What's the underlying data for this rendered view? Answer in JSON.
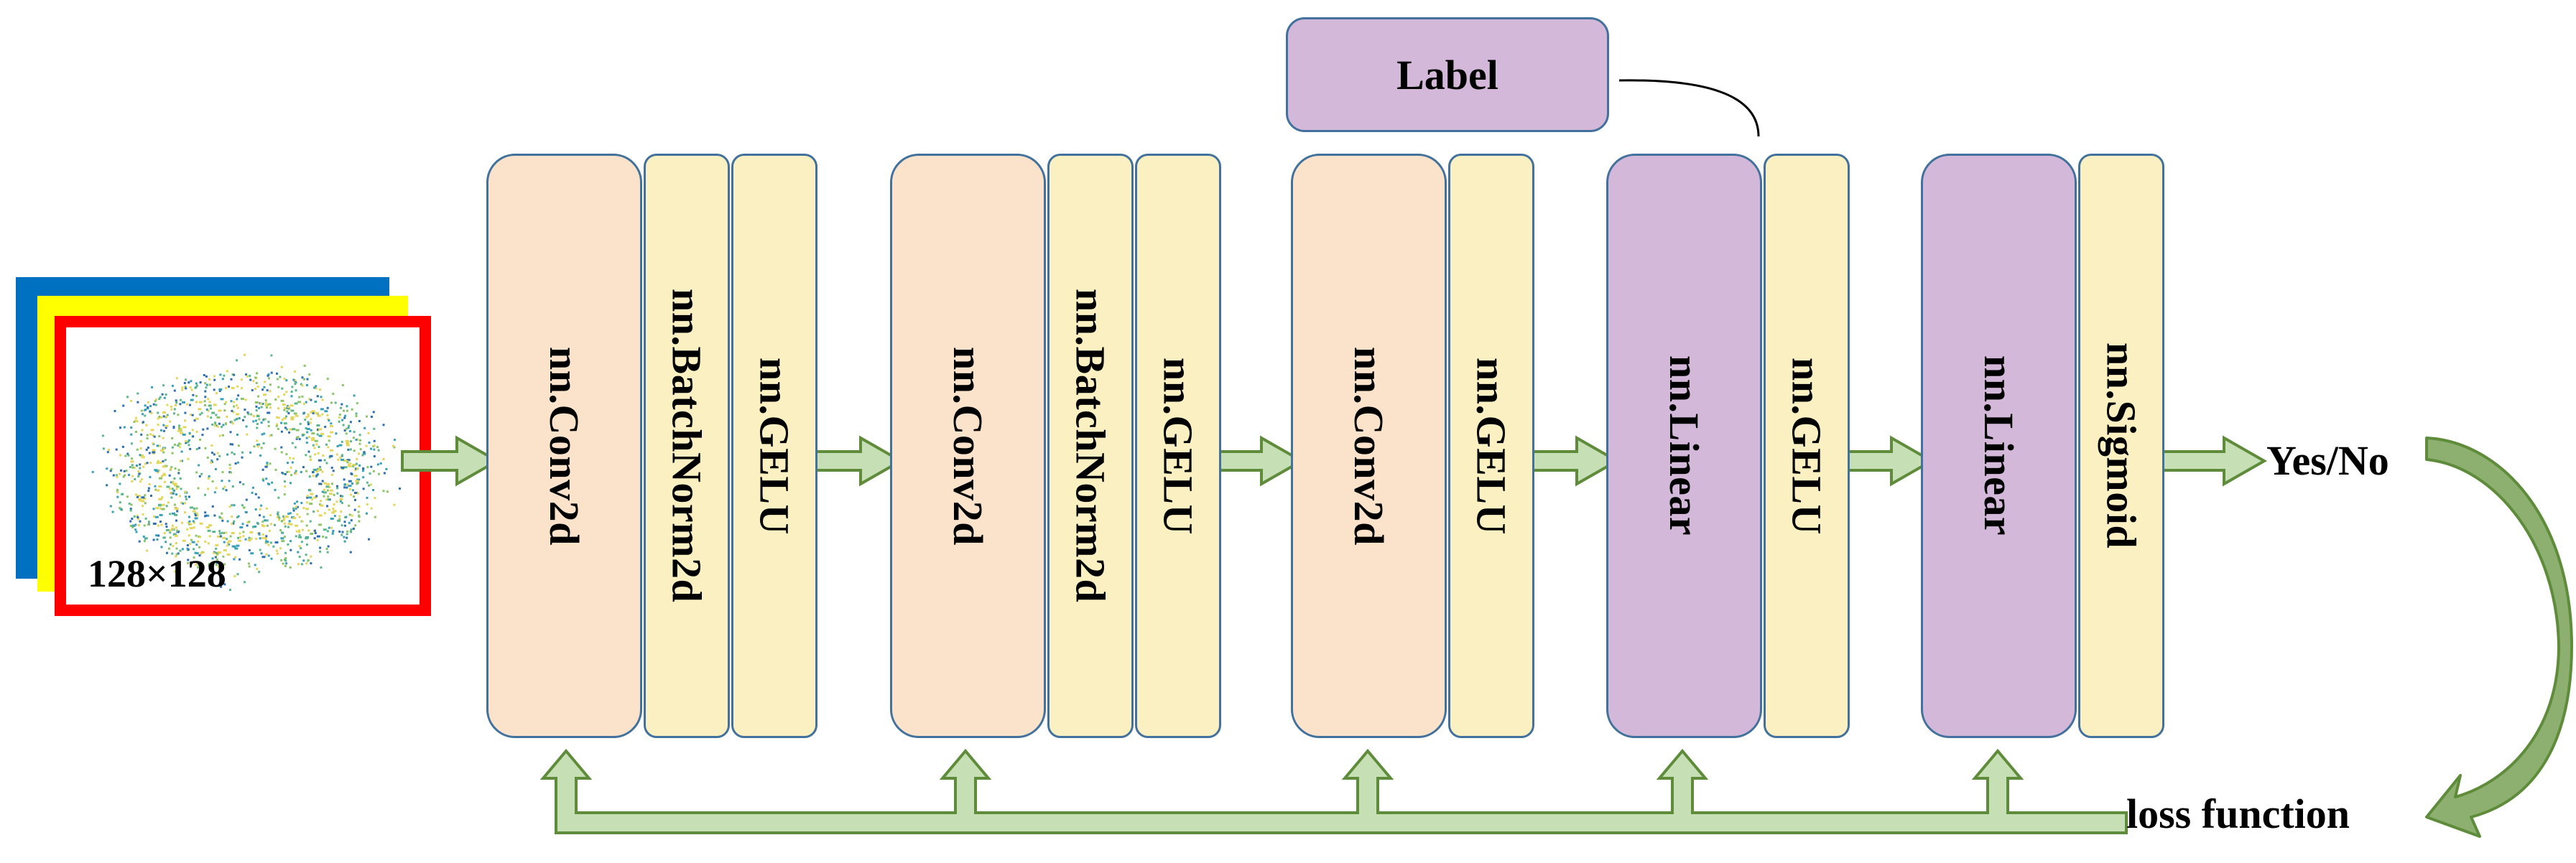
{
  "input": {
    "size_label": "128×128",
    "layer_colors": [
      "#0070C0",
      "#FFFF00",
      "#FF0000"
    ]
  },
  "blocks": [
    {
      "label": "nn.Conv2d",
      "kind": "conv"
    },
    {
      "label": "nn.BatchNorm2d",
      "kind": "norm"
    },
    {
      "label": "nn.GELU",
      "kind": "act"
    },
    {
      "label": "nn.Conv2d",
      "kind": "conv"
    },
    {
      "label": "nn.BatchNorm2d",
      "kind": "norm"
    },
    {
      "label": "nn.GELU",
      "kind": "act"
    },
    {
      "label": "nn.Conv2d",
      "kind": "conv"
    },
    {
      "label": "nn.GELU",
      "kind": "act"
    },
    {
      "label": "nn.Linear",
      "kind": "linear"
    },
    {
      "label": "nn.GELU",
      "kind": "act"
    },
    {
      "label": "nn.Linear",
      "kind": "linear"
    },
    {
      "label": "nn.Sigmoid",
      "kind": "act"
    }
  ],
  "label_box": "Label",
  "output": "Yes/No",
  "loss": "loss function",
  "colors": {
    "conv_fill": "#FBE3CB",
    "norm_act_fill": "#FAF0C1",
    "linear_fill": "#D3B8D9",
    "block_border": "#41719C",
    "arrow_fill": "#C6DFB4",
    "arrow_stroke": "#5E8C3A"
  }
}
